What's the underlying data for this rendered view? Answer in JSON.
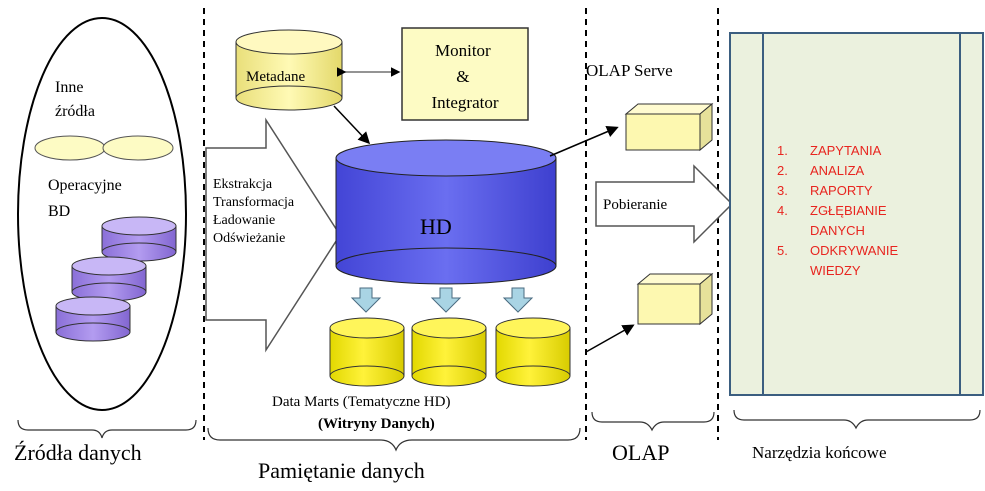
{
  "sources": {
    "other_sources": "Inne\nźródła",
    "operational_db": "Operacyjne\nBD",
    "section_label": "Źródła danych"
  },
  "storage": {
    "metadata": "Metadane",
    "monitor": [
      "Monitor",
      "&",
      "Integrator"
    ],
    "etl": [
      "Ekstrakcja",
      "Transformacja",
      "Ładowanie",
      "Odświeżanie"
    ],
    "warehouse": "HD",
    "data_marts_caption": "Data Marts (Tematyczne HD)",
    "data_marts_subcaption": "(Witryny Danych)",
    "section_label": "Pamiętanie danych"
  },
  "olap": {
    "server": "OLAP Serve",
    "retrieval": "Pobieranie",
    "section_label": "OLAP"
  },
  "tools": {
    "section_label": "Narzędzia końcowe",
    "items": [
      {
        "num": "1.",
        "text": "ZAPYTANIA"
      },
      {
        "num": "2.",
        "text": "ANALIZA"
      },
      {
        "num": "3.",
        "text": "RAPORTY"
      },
      {
        "num": "4.",
        "text": "ZGŁĘBIANIE DANYCH"
      },
      {
        "num": "5.",
        "text": "ODKRYWANIE WIEDZY"
      }
    ]
  },
  "colors": {
    "sources_fill": "#fdfbc4",
    "db_fill": "#a48ce8",
    "warehouse_fill": "#5a5ee6",
    "mart_fill": "#fff100",
    "panel_fill": "#ebf1de",
    "panel_border": "#3b5e80",
    "list_text": "#e8251f",
    "arrow_fill": "#a9d4e4"
  }
}
